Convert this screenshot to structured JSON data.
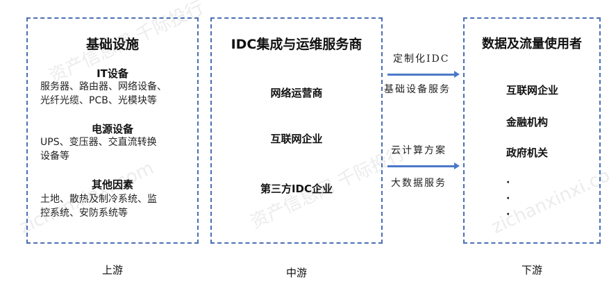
{
  "upstream": {
    "title": "基础设施",
    "sections": [
      {
        "heading": "IT设备",
        "lines": [
          "服务器、路由器、网络设备、",
          "光纤光缆、PCB、光模块等"
        ]
      },
      {
        "heading": "电源设备",
        "lines": [
          "UPS、变压器、交直流转换",
          "设备等"
        ]
      },
      {
        "heading": "其他因素",
        "lines": [
          "土地、散热及制冷系统、监",
          "控系统、安防系统等"
        ]
      }
    ],
    "stage": "上游"
  },
  "midstream": {
    "title": "IDC集成与运维服务商",
    "items": [
      "网络运营商",
      "互联网企业",
      "第三方IDC企业"
    ],
    "stage": "中游"
  },
  "arrows": [
    {
      "above": "定制化IDC",
      "below": "基础设备服务"
    },
    {
      "above": "云计算方案",
      "below": "大数据服务"
    }
  ],
  "downstream": {
    "title": "数据及流量使用者",
    "items": [
      "互联网企业",
      "金融机构",
      "政府机关"
    ],
    "ellipsis": [
      "·",
      "·",
      "·"
    ],
    "stage": "下游"
  },
  "watermark": [
    "资产信息网 千际投行",
    "zichanxinxi.com"
  ],
  "colors": {
    "border": "#4a6fb5",
    "arrow": "#4a78c8"
  }
}
